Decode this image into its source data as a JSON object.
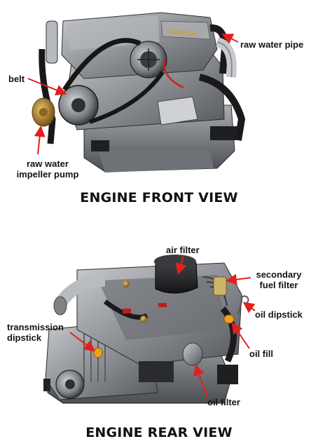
{
  "front": {
    "heading": "ENGINE FRONT VIEW",
    "labels": {
      "raw_water_pipe": "raw water pipe",
      "belt": "belt",
      "impeller_pump_line1": "raw water",
      "impeller_pump_line2": "impeller pump"
    },
    "brand_plate": "YANMAR"
  },
  "rear": {
    "heading": "ENGINE REAR VIEW",
    "labels": {
      "air_filter": "air filter",
      "secondary_fuel_filter_line1": "secondary",
      "secondary_fuel_filter_line2": "fuel filter",
      "oil_dipstick": "oil dipstick",
      "transmission_dipstick_line1": "transmission",
      "transmission_dipstick_line2": "dipstick",
      "oil_fill": "oil fill",
      "oil_filter": "oil filter"
    }
  },
  "colors": {
    "arrow": "#e3201b",
    "engine_body": "#8e9196",
    "engine_dark": "#2a2b2e",
    "hose": "#1c1c1e",
    "brass": "#b98a2e",
    "oil_cap": "#f0a21b"
  }
}
